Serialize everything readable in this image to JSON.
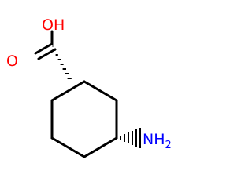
{
  "molecule": {
    "atoms": {
      "hydroxyl": {
        "text": "OH",
        "color": "#ff0000"
      },
      "carbonyl_oxygen": {
        "text": "O",
        "color": "#ff0000"
      },
      "amine": {
        "text": "NH",
        "subscript": "2",
        "color": "#0000ff"
      }
    },
    "bond_color": "#000000"
  }
}
